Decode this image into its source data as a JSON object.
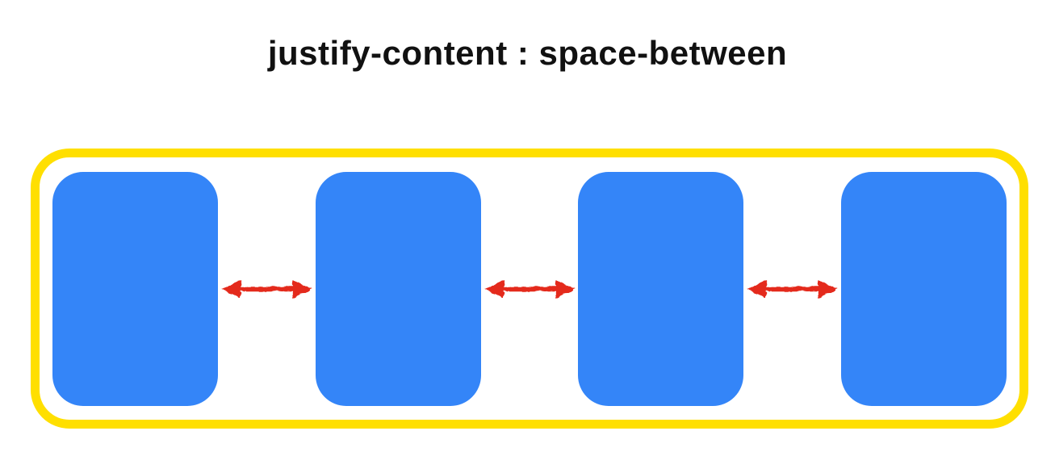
{
  "title": "justify-content : space-between",
  "colors": {
    "background": "#ffffff",
    "title_text": "#111111",
    "container_border": "#ffdf00",
    "item_fill": "#3485f8",
    "arrow": "#e42a1c"
  },
  "diagram": {
    "type": "css-flexbox-illustration",
    "item_count": 4,
    "gap_arrow_count": 3
  }
}
